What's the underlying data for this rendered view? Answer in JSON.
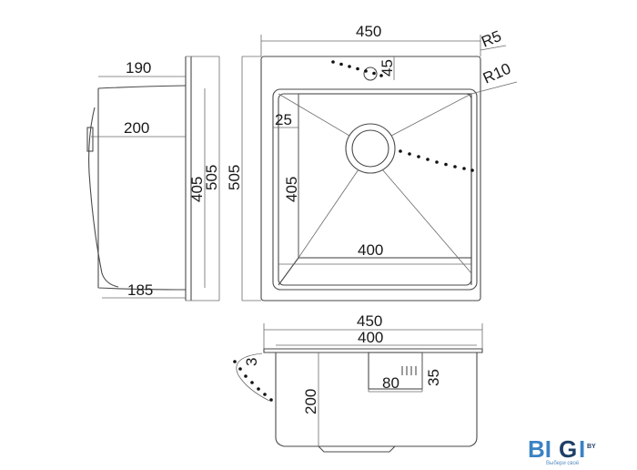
{
  "diagram": {
    "side_view": {
      "top_width": "190",
      "middle_width": "200",
      "bottom_width": "185",
      "inner_height": "405",
      "outer_height": "505"
    },
    "top_view": {
      "outer_width": "450",
      "outer_height": "505",
      "corner_outer": "R5",
      "corner_inner": "R10",
      "tap_offset": "45",
      "rim": "25",
      "inner_height": "405",
      "inner_width": "400"
    },
    "front_view": {
      "outer_width": "450",
      "inner_width": "400",
      "thickness": "3",
      "depth": "200",
      "overflow_width": "80",
      "overflow_height": "35"
    }
  },
  "logo": {
    "text_a": "BI",
    "text_b": "G",
    "text_c": "I",
    "suffix": "BY",
    "slogan": "Выбери своё"
  },
  "colors": {
    "line": "#4a4a4a",
    "logo_blue": "#3b82c4",
    "logo_dark": "#1f3f66"
  }
}
